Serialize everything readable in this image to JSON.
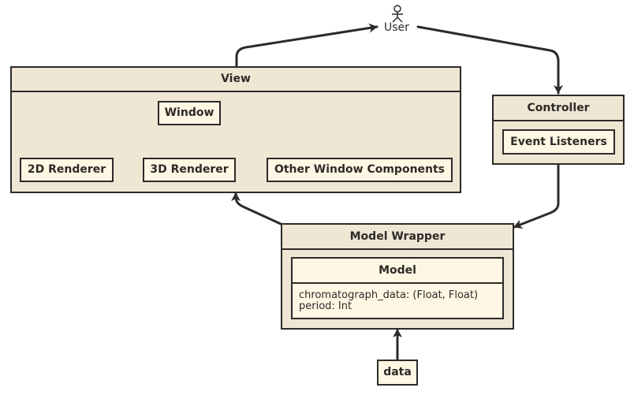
{
  "actor": {
    "label": "User"
  },
  "view": {
    "title": "View",
    "window_label": "Window",
    "renderer_2d": "2D Renderer",
    "renderer_3d": "3D Renderer",
    "other_components": "Other Window Components"
  },
  "controller": {
    "title": "Controller",
    "event_listeners": "Event Listeners"
  },
  "model_wrapper": {
    "title": "Model Wrapper",
    "model": {
      "name": "Model",
      "attributes": [
        "chromatograph_data: (Float, Float)",
        "period: Int"
      ]
    }
  },
  "data_node": {
    "label": "data"
  },
  "colors": {
    "fill_package": "#efe6d4",
    "fill_box": "#fff7e3",
    "stroke": "#2d2a28"
  }
}
